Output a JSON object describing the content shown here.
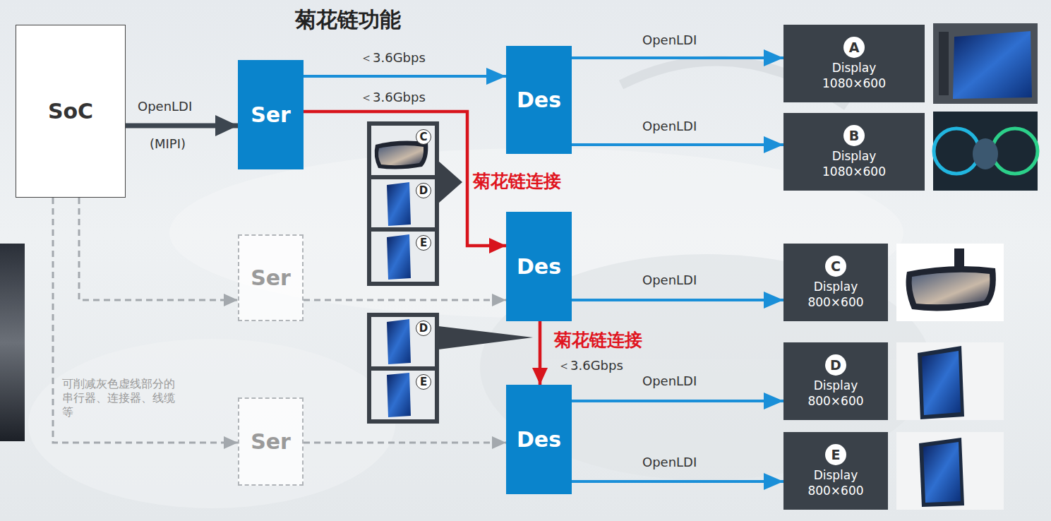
{
  "diagram": {
    "title": "菊花链功能",
    "nodes": [
      {
        "text": [
          "SoC"
        ]
      },
      {
        "text": [
          "Ser"
        ]
      },
      {
        "text": [
          "Des"
        ]
      },
      {
        "text": [
          "A",
          "Display",
          "1080×600"
        ]
      },
      {
        "text": [
          "B",
          "Display",
          "1080×600"
        ]
      },
      {
        "text": [
          "Des"
        ]
      },
      {
        "text": [
          "Ser"
        ]
      },
      {
        "text": [
          "C",
          "Display",
          "800×600"
        ]
      },
      {
        "text": [
          "Des"
        ]
      },
      {
        "text": [
          "Ser"
        ]
      },
      {
        "text": [
          "D",
          "Display",
          "800×600"
        ]
      },
      {
        "text": [
          "E",
          "Display",
          "800×600"
        ]
      }
    ],
    "edges": [
      {
        "from": 0,
        "to": 1,
        "arrow": "to",
        "label": "OpenLDI"
      },
      {
        "from": 1,
        "to": 2,
        "arrow": "to",
        "label": "＜3.6Gbps"
      },
      {
        "from": 1,
        "to": 5,
        "arrow": "to",
        "label": "＜3.6Gbps"
      },
      {
        "from": 0,
        "to": 6,
        "arrow": "to"
      },
      {
        "from": 6,
        "to": 5,
        "arrow": "to"
      },
      {
        "from": 2,
        "to": 3,
        "arrow": "to",
        "label": "OpenLDI"
      },
      {
        "from": 2,
        "to": 4,
        "arrow": "to",
        "label": "OpenLDI"
      },
      {
        "from": 5,
        "to": 7,
        "arrow": "to",
        "label": "OpenLDI"
      },
      {
        "from": 5,
        "to": 8,
        "arrow": "to",
        "label": "＜3.6Gbps"
      },
      {
        "from": 0,
        "to": 9,
        "arrow": "to"
      },
      {
        "from": 9,
        "to": 8,
        "arrow": "to"
      },
      {
        "from": 8,
        "to": 10,
        "arrow": "to",
        "label": "OpenLDI"
      },
      {
        "from": 8,
        "to": 11,
        "arrow": "to",
        "label": "OpenLDI"
      }
    ],
    "labels": [
      "(MIPI)",
      "C",
      "D",
      "E",
      "菊花链连接",
      "D",
      "E",
      "菊花链连接",
      "可削减灰色虚线部分的串行器、连接器、线缆等"
    ]
  }
}
